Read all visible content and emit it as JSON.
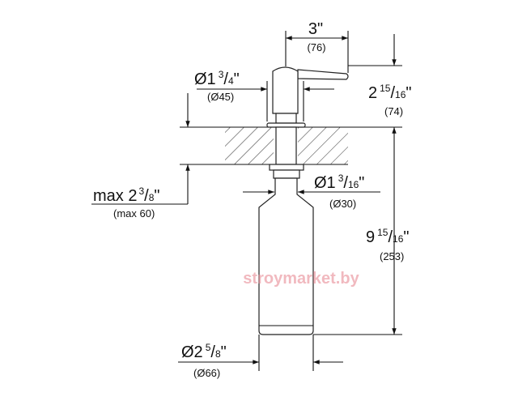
{
  "dimensions": {
    "lever_width": {
      "imperial": "3\"",
      "metric": "(76)"
    },
    "head_diameter": {
      "prefix": "Ø1",
      "num": "3",
      "den": "4",
      "suffix": "\"",
      "metric": "(Ø45)"
    },
    "head_height": {
      "prefix": "2",
      "num": "15",
      "den": "16",
      "suffix": "\"",
      "metric": "(74)"
    },
    "max_counter_thickness": {
      "prefix": "max 2",
      "num": "3",
      "den": "8",
      "suffix": "\"",
      "metric": "(max 60)"
    },
    "neck_diameter": {
      "prefix": "Ø1",
      "num": "3",
      "den": "16",
      "suffix": "\"",
      "metric": "(Ø30)"
    },
    "bottle_depth": {
      "prefix": "9",
      "num": "15",
      "den": "16",
      "suffix": "\"",
      "metric": "(253)"
    },
    "bottle_diameter": {
      "prefix": "Ø2",
      "num": "5",
      "den": "8",
      "suffix": "\"",
      "metric": "(Ø66)"
    }
  },
  "watermark": "stroymarket.by"
}
